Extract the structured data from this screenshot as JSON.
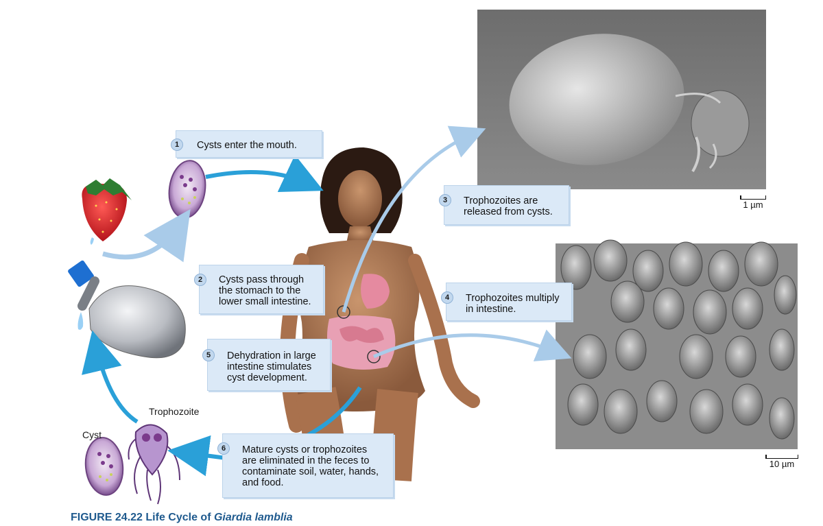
{
  "steps": [
    {
      "number": "1",
      "text": "Cysts enter the mouth."
    },
    {
      "number": "2",
      "text": "Cysts pass through\nthe stomach to the\nlower small intestine."
    },
    {
      "number": "3",
      "text": "Trophozoites are\nreleased from cysts."
    },
    {
      "number": "4",
      "text": "Trophozoites multiply\nin intestine."
    },
    {
      "number": "5",
      "text": "Dehydration in large\nintestine stimulates\ncyst development."
    },
    {
      "number": "6",
      "text": "Mature cysts or trophozoites\nare eliminated in the feces to\ncontaminate soil, water, hands,\nand food."
    }
  ],
  "labels": {
    "trophozoite": "Trophozoite",
    "cyst": "Cyst"
  },
  "scale_bars": {
    "top_micrograph": "1 µm",
    "bottom_micrograph": "10 µm"
  },
  "caption": {
    "figure_number": "FIGURE 24.22",
    "title_prefix": "Life Cycle of",
    "title_species": "Giardia lamblia"
  },
  "colors": {
    "callout_bg": "#dbe9f7",
    "arrow_blue": "#2aa0d8",
    "arrow_light": "#a9cbe9",
    "caption_blue": "#1f5a8e"
  },
  "icons": [
    "strawberry-icon",
    "water-bottle-icon",
    "cyst-icon",
    "trophozoite-icon",
    "human-figure-icon"
  ]
}
